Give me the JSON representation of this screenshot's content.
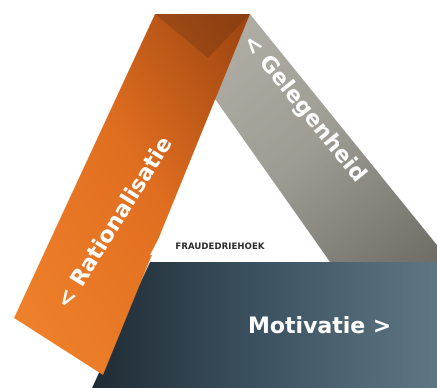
{
  "diagram": {
    "center_label": "FRAUDEDRIEHOEK",
    "bands": {
      "gelegenheid": {
        "label": "< Gelegenheid",
        "color": "#9d9a92"
      },
      "rationalisatie": {
        "label": "< Rationalisatie",
        "color": "#e8782a"
      },
      "motivatie": {
        "label": "Motivatie >",
        "color": "#3f5665"
      }
    }
  }
}
